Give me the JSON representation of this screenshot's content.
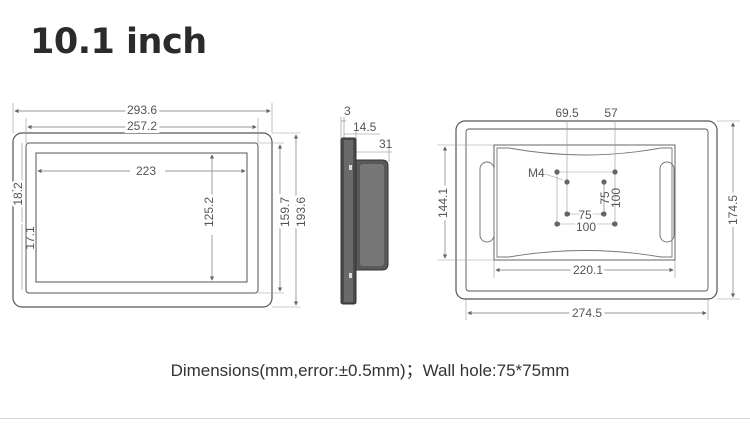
{
  "title": "10.1 inch",
  "caption": "Dimensions(mm,error:±0.5mm)；Wall hole:75*75mm",
  "front_view": {
    "width_outer": "293.6",
    "width_bezel": "257.2",
    "width_screen": "223",
    "height_outer": "193.6",
    "height_bezel": "159.7",
    "height_screen": "125.2",
    "left_border_top": "18.2",
    "left_border_bottom": "17.1"
  },
  "side_view": {
    "dim_a": "3",
    "dim_b": "14.5",
    "dim_c": "31"
  },
  "back_view": {
    "hole_x_a": "69.5",
    "hole_x_b": "57",
    "screw": "M4",
    "hole_75_h": "75",
    "hole_100_h": "100",
    "hole_75_v": "75",
    "hole_100_v": "100",
    "inner_height": "144.1",
    "outer_height": "174.5",
    "inner_width": "220.1",
    "outer_width": "274.5"
  }
}
